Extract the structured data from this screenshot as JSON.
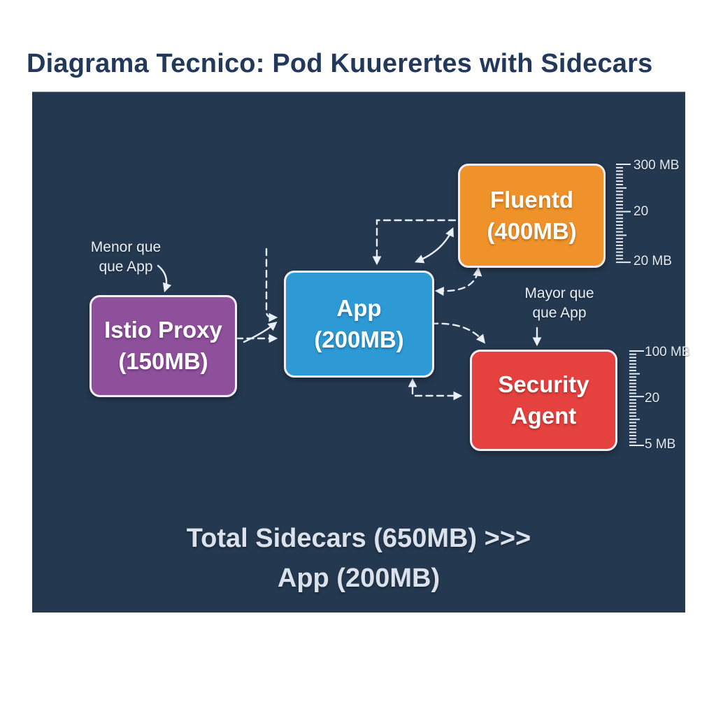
{
  "title": "Diagrama Tecnico: Pod Kuuerertes with Sidecars",
  "colors": {
    "panel_bg": "#24384f",
    "istio_purple": "#8e4f9b",
    "app_blue": "#2d9ad6",
    "fluentd_orange": "#f0922a",
    "security_red": "#e5413e",
    "arrow_light": "#eaf0f7",
    "title_text": "#23395b"
  },
  "boxes": {
    "istio": {
      "label": "Istio Proxy",
      "size": "(150MB)"
    },
    "app": {
      "label": "App",
      "size": "(200MB)"
    },
    "fluentd": {
      "label": "Fluentd",
      "size": "(400MB)"
    },
    "security": {
      "label": "Security",
      "size": "Agent"
    }
  },
  "annotations": {
    "menor": {
      "line1": "Menor que",
      "line2": "que App"
    },
    "mayor": {
      "line1": "Mayor que",
      "line2": "que App"
    }
  },
  "rulers": {
    "fluentd": {
      "labels": [
        "300 MB",
        "20",
        "20 MB"
      ]
    },
    "security": {
      "labels": [
        "100 MB",
        "20",
        "5 MB"
      ]
    }
  },
  "summary": {
    "line1": "Total Sidecars (650MB) >>>",
    "line2": "App (200MB)"
  }
}
